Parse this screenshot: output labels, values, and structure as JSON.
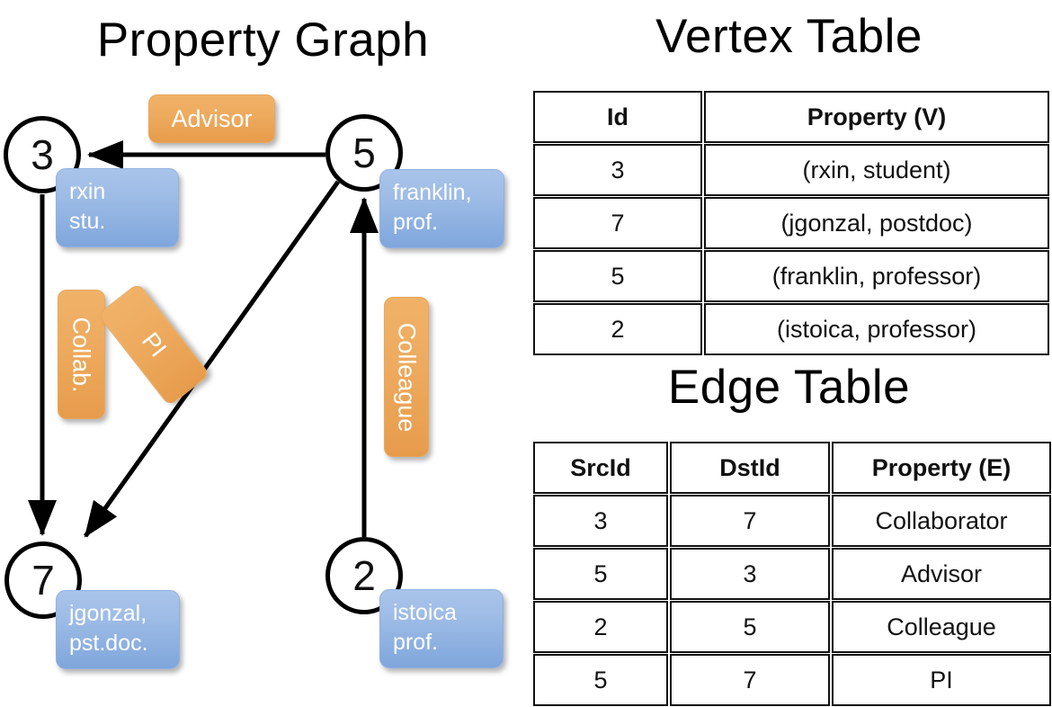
{
  "titles": {
    "property_graph": "Property Graph",
    "vertex_table": "Vertex Table",
    "edge_table": "Edge Table"
  },
  "colors": {
    "vertex_property_fill": "#ccd9ef",
    "edge_property_fill": "#f5ddc3",
    "vertex_box_blue": "#9ebce6",
    "edge_label_orange": "#eeab5f",
    "stroke": "#000000"
  },
  "graph": {
    "nodes": [
      {
        "id": "3",
        "property_lines": [
          "rxin",
          "stu."
        ]
      },
      {
        "id": "5",
        "property_lines": [
          "franklin,",
          "prof."
        ]
      },
      {
        "id": "7",
        "property_lines": [
          "jgonzal,",
          "pst.doc."
        ]
      },
      {
        "id": "2",
        "property_lines": [
          "istoica",
          "prof."
        ]
      }
    ],
    "edge_labels": [
      {
        "name": "advisor",
        "text": "Advisor"
      },
      {
        "name": "collab",
        "text": "Collab."
      },
      {
        "name": "pi",
        "text": "PI"
      },
      {
        "name": "colleague",
        "text": "Colleague"
      }
    ]
  },
  "vertex_table": {
    "headers": [
      "Id",
      "Property (V)"
    ],
    "rows": [
      {
        "id": "3",
        "property": "(rxin, student)"
      },
      {
        "id": "7",
        "property": "(jgonzal, postdoc)"
      },
      {
        "id": "5",
        "property": "(franklin, professor)"
      },
      {
        "id": "2",
        "property": "(istoica, professor)"
      }
    ]
  },
  "edge_table": {
    "headers": [
      "SrcId",
      "DstId",
      "Property (E)"
    ],
    "rows": [
      {
        "src": "3",
        "dst": "7",
        "property": "Collaborator"
      },
      {
        "src": "5",
        "dst": "3",
        "property": "Advisor"
      },
      {
        "src": "2",
        "dst": "5",
        "property": "Colleague"
      },
      {
        "src": "5",
        "dst": "7",
        "property": "PI"
      }
    ]
  }
}
